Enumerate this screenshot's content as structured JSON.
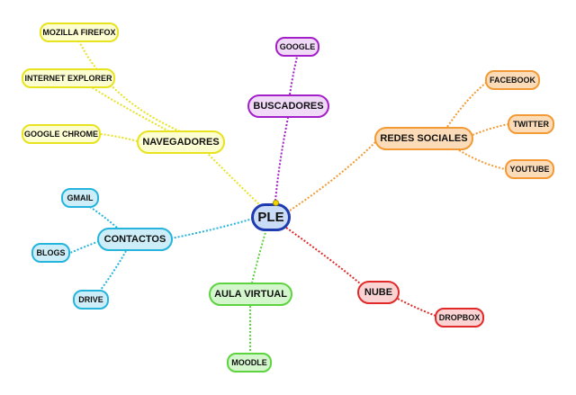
{
  "mindmap": {
    "root": "PLE",
    "branches": {
      "navegadores": {
        "label": "NAVEGADORES",
        "color": "#e7e31f",
        "children": [
          "MOZILLA FIREFOX",
          "INTERNET EXPLORER",
          "GOOGLE CHROME"
        ]
      },
      "buscadores": {
        "label": "BUSCADORES",
        "color": "#a31fc7",
        "children": [
          "GOOGLE"
        ]
      },
      "redes_sociales": {
        "label": "REDES SOCIALES",
        "color": "#f29a36",
        "children": [
          "FACEBOOK",
          "TWITTER",
          "YOUTUBE"
        ]
      },
      "contactos": {
        "label": "CONTACTOS",
        "color": "#25b4dc",
        "children": [
          "GMAIL",
          "BLOGS",
          "DRIVE"
        ]
      },
      "aula_virtual": {
        "label": "AULA VIRTUAL",
        "color": "#5dd33f",
        "children": [
          "MOODLE"
        ]
      },
      "nube": {
        "label": "NUBE",
        "color": "#e02a2a",
        "children": [
          "DROPBOX"
        ]
      }
    },
    "root_color": "#1f3bb0"
  }
}
